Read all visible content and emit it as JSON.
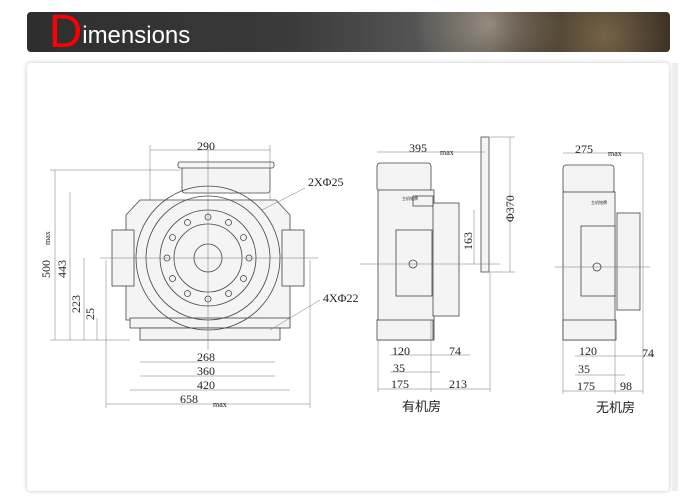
{
  "header": {
    "title_initial": "D",
    "title_rest": "imensions",
    "accent_color": "#ff0000"
  },
  "front_view": {
    "dim_top": "290",
    "holes_top": "2XΦ25",
    "holes_bottom": "4XΦ22",
    "height_max": "500",
    "height_max_suffix": "max",
    "height_443": "443",
    "height_223": "223",
    "height_25": "25",
    "width_268": "268",
    "width_360": "360",
    "width_420": "420",
    "width_658": "658",
    "width_max_suffix": "max"
  },
  "side_view_machine_room": {
    "width_max": "395",
    "max_suffix": "max",
    "sheave_dia": "Φ370",
    "dim_163": "163",
    "dim_120": "120",
    "dim_74": "74",
    "dim_35": "35",
    "dim_175": "175",
    "dim_213": "213",
    "nameplate": "主机铭牌",
    "caption": "有机房"
  },
  "side_view_machine_roomless": {
    "width_max": "275",
    "max_suffix": "max",
    "dim_120": "120",
    "dim_74": "74",
    "dim_35": "35",
    "dim_175": "175",
    "dim_98": "98",
    "nameplate": "主机铭牌",
    "caption": "无机房"
  }
}
